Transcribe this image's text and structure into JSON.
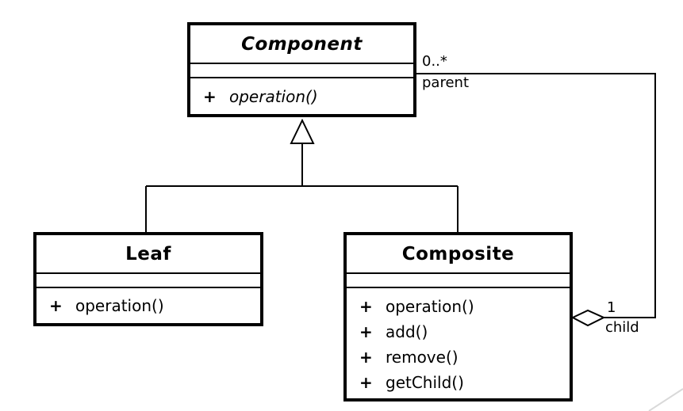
{
  "classes": {
    "component": {
      "name": "Component",
      "methods": [
        {
          "visibility": "+",
          "signature": "operation()"
        }
      ]
    },
    "leaf": {
      "name": "Leaf",
      "methods": [
        {
          "visibility": "+",
          "signature": "operation()"
        }
      ]
    },
    "composite": {
      "name": "Composite",
      "methods": [
        {
          "visibility": "+",
          "signature": "operation()"
        },
        {
          "visibility": "+",
          "signature": "add()"
        },
        {
          "visibility": "+",
          "signature": "remove()"
        },
        {
          "visibility": "+",
          "signature": "getChild()"
        }
      ]
    }
  },
  "association": {
    "parent_multiplicity": "0..*",
    "parent_role": "parent",
    "child_multiplicity": "1",
    "child_role": "child"
  },
  "colors": {
    "line": "#000000",
    "background": "#ffffff",
    "watermark": "#d9d9d9"
  }
}
